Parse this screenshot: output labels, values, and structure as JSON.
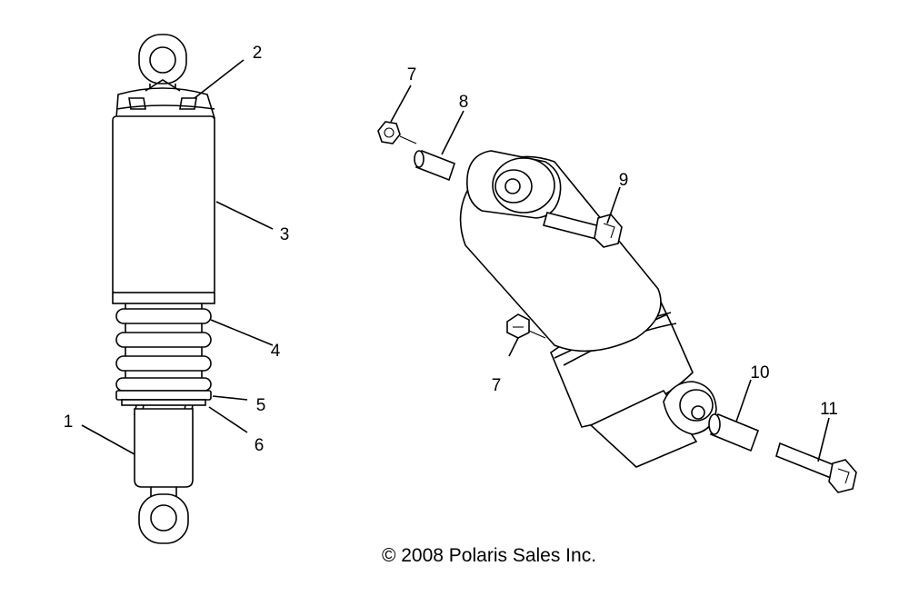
{
  "callouts": {
    "c1": "1",
    "c2": "2",
    "c3": "3",
    "c4": "4",
    "c5": "5",
    "c6": "6",
    "c7a": "7",
    "c7b": "7",
    "c8": "8",
    "c9": "9",
    "c10": "10",
    "c11": "11"
  },
  "copyright": "© 2008 Polaris Sales Inc."
}
